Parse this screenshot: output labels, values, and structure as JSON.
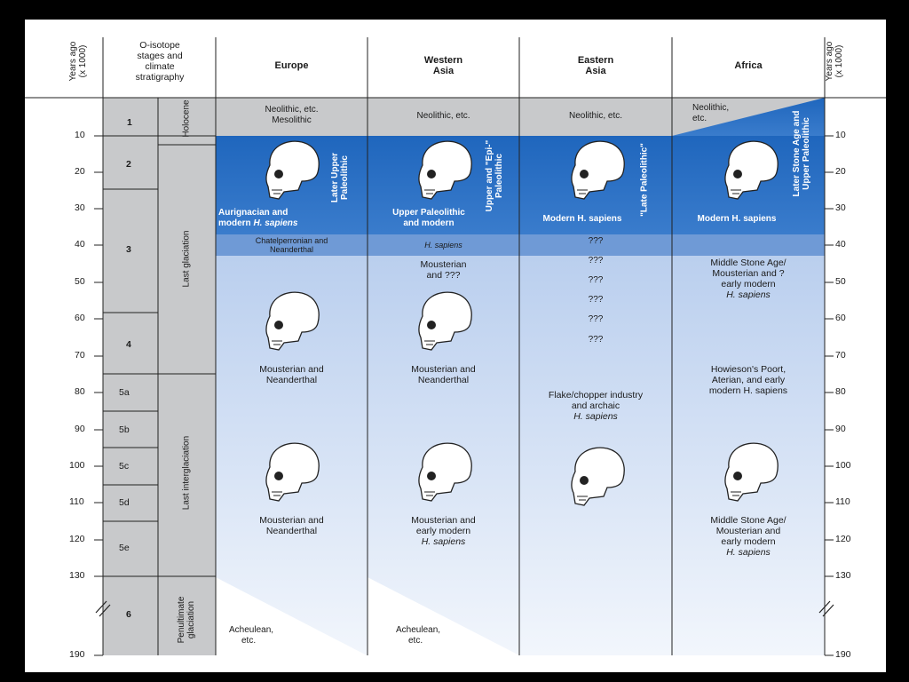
{
  "headers": {
    "years_ago_left": [
      "Years ago",
      "(x 1000)"
    ],
    "years_ago_right": [
      "Years ago",
      "(x 1000)"
    ],
    "isotope": [
      "O-isotope",
      "stages and",
      "climate",
      "stratigraphy"
    ],
    "europe": [
      "Europe"
    ],
    "western_asia": [
      "Western",
      "Asia"
    ],
    "eastern_asia": [
      "Eastern",
      "Asia"
    ],
    "africa": [
      "Africa"
    ]
  },
  "ticks": [
    "10",
    "20",
    "30",
    "40",
    "50",
    "60",
    "70",
    "80",
    "90",
    "100",
    "110",
    "120",
    "130",
    "190"
  ],
  "stages": [
    "1",
    "2",
    "3",
    "4",
    "5a",
    "5b",
    "5c",
    "5d",
    "5e",
    "6"
  ],
  "climate": {
    "holocene": "Holocene",
    "last_glaciation": "Last glaciation",
    "last_interglaciation": "Last interglaciation",
    "penultimate": [
      "Penultimate",
      "glaciation"
    ]
  },
  "europe": {
    "holocene": [
      "Neolithic, etc.",
      "Mesolithic"
    ],
    "late_label": [
      "Later Upper",
      "Paleolithic"
    ],
    "blue": [
      "Aurignacian and",
      "modern H. sapiens"
    ],
    "chatel": [
      "Chatelperronian and",
      "Neanderthal"
    ],
    "mid": [
      "Mousterian and",
      "Neanderthal"
    ],
    "low": [
      "Mousterian and",
      "Neanderthal"
    ],
    "bottom": [
      "Acheulean,",
      "etc."
    ]
  },
  "western_asia": {
    "holocene": "Neolithic, etc.",
    "late_label": [
      "Upper and \"Epi-\"",
      "Paleolithic"
    ],
    "blue": [
      "Upper Paleolithic",
      "and modern"
    ],
    "hsap": "H. sapiens",
    "mousterian": [
      "Mousterian",
      "and ???"
    ],
    "mid": [
      "Mousterian and",
      "Neanderthal"
    ],
    "low": [
      "Mousterian and",
      "early modern",
      "H. sapiens"
    ],
    "bottom": [
      "Acheulean,",
      "etc."
    ]
  },
  "eastern_asia": {
    "holocene": "Neolithic, etc.",
    "late_label": "\"Late Paleolithic\"",
    "blue": "Modern H. sapiens",
    "qs": [
      "???",
      "???",
      "???",
      "???",
      "???",
      "???"
    ],
    "flake": [
      "Flake/chopper industry",
      "and archaic",
      "H. sapiens"
    ]
  },
  "africa": {
    "holocene": [
      "Neolithic,",
      "etc."
    ],
    "late_label": [
      "Later Stone Age and",
      "Upper Paleolithic"
    ],
    "blue": "Modern H. sapiens",
    "msa": [
      "Middle Stone Age/",
      "Mousterian and ?",
      "early modern",
      "H. sapiens"
    ],
    "howiesons": [
      "Howieson's Poort,",
      "Aterian, and early",
      "modern H. sapiens"
    ],
    "msa_low": [
      "Middle Stone Age/",
      "Mousterian and",
      "early modern",
      "H. sapiens"
    ]
  },
  "colors": {
    "gray": "#c8c9cb",
    "blue_dark": "#2a6fbf",
    "blue_mid": "#8fb3e3",
    "blue_light": "#eef3fb"
  }
}
